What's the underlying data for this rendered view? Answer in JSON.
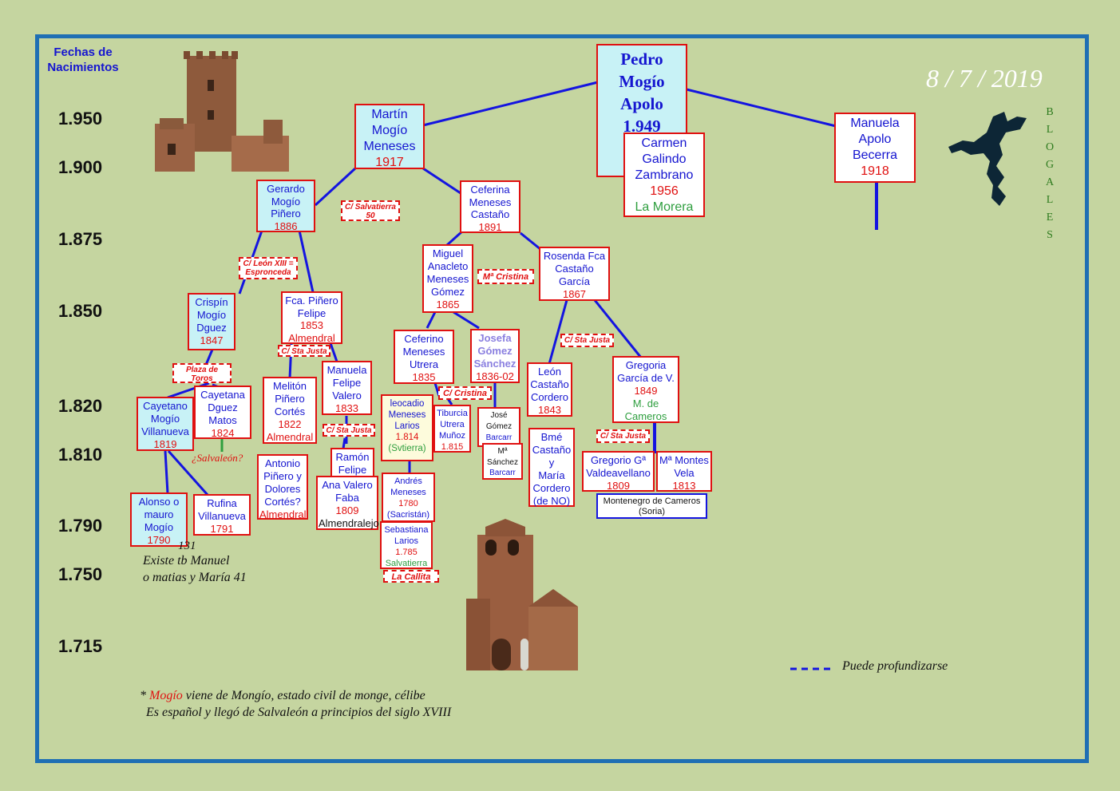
{
  "header": {
    "fechas": "Fechas de Nacimientos",
    "date": "8 / 7 / 2019",
    "blog": [
      "B",
      "L",
      "O",
      "G",
      "A",
      "L",
      "E",
      "S"
    ]
  },
  "years": [
    "1.950",
    "1.900",
    "1.875",
    "1.850",
    "1.820",
    "1.810",
    "1.790",
    "1.750",
    "1.715"
  ],
  "people": {
    "pedro": [
      "Pedro",
      "Mogío",
      "Apolo",
      "1.949"
    ],
    "martin": [
      "Martín",
      "Mogío",
      "Meneses",
      "1917"
    ],
    "carmen": [
      "Carmen",
      "Galindo",
      "Zambrano",
      "1956",
      "La Morera"
    ],
    "manuela_apolo": [
      "Manuela",
      "Apolo",
      "Becerra",
      "1918"
    ],
    "gerardo": [
      "Gerardo",
      "Mogío",
      "Piñero",
      "1886"
    ],
    "ceferina": [
      "Ceferina",
      "Meneses",
      "Castaño",
      "1891"
    ],
    "miguel": [
      "Miguel",
      "Anacleto",
      "Meneses",
      "Gómez",
      "1865"
    ],
    "rosenda": [
      "Rosenda Fca",
      "Castaño",
      "García",
      "1867"
    ],
    "crispin": [
      "Crispín",
      "Mogío",
      "Dguez",
      "1847"
    ],
    "fca_pinero": [
      "Fca. Piñero",
      "Felipe",
      "1853",
      "Almendral"
    ],
    "ceferino": [
      "Ceferino",
      "Meneses",
      "Utrera",
      "1835"
    ],
    "josefa": [
      "Josefa",
      "Gómez",
      "Sánchez",
      "1836-02"
    ],
    "leon": [
      "León",
      "Castaño",
      "Cordero",
      "1843"
    ],
    "gregoria": [
      "Gregoria",
      "García de V.",
      "1849",
      "M. de",
      "Cameros"
    ],
    "cayetano": [
      "Cayetano",
      "Mogío",
      "Villanueva",
      "1819"
    ],
    "cayetana": [
      "Cayetana",
      "Dguez",
      "Matos",
      "1824"
    ],
    "meliton": [
      "Melitón",
      "Piñero",
      "Cortés",
      "1822",
      "Almendral"
    ],
    "manuela_valero": [
      "Manuela",
      "Felipe",
      "Valero",
      "1833"
    ],
    "leocadio": [
      "leocadio",
      "Meneses",
      "Larios",
      "1.814",
      "(Svtierra)"
    ],
    "tiburcia": [
      "Tiburcia",
      "Utrera",
      "Muñoz",
      "1.815"
    ],
    "jose_gomez": [
      "José",
      "Gómez",
      "Barcarr"
    ],
    "ma_sanchez": [
      "Mª",
      "Sánchez",
      "Barcarr"
    ],
    "bme": [
      "Bmé",
      "Castaño",
      "y",
      "María",
      "Cordero",
      "(de NO)"
    ],
    "gregorio": [
      "Gregorio Gª",
      "Valdeavellano",
      "1809"
    ],
    "ma_montes": [
      "Mª Montes",
      "Vela",
      "1813"
    ],
    "montenegro": [
      "Montenegro de Cameros",
      "(Soria)"
    ],
    "antonio": [
      "Antonio",
      "Piñero  y",
      "Dolores",
      "Cortés?",
      "Almendral"
    ],
    "ramon": [
      "Ramón",
      "Felipe"
    ],
    "ana_valero": [
      "Ana Valero",
      "Faba",
      "1809",
      "Almendralejo"
    ],
    "andres": [
      "Andrés",
      "Meneses",
      "1780",
      "(Sacristán)"
    ],
    "sebastiana": [
      "Sebastiana",
      "Larios",
      "1.785",
      "Salvatierra"
    ],
    "alonso": [
      "Alonso o",
      "mauro",
      "Mogío",
      "1790"
    ],
    "rufina": [
      "Rufina",
      "Villanueva",
      "1791"
    ]
  },
  "streets": {
    "salvatierra": [
      "C/ Salvatierra",
      "50"
    ],
    "leon13": [
      "C/ León XIII =",
      "Esproncedа"
    ],
    "ma_cristina": "Mª Cristina",
    "sta_justa_1": "C/ Sta Justa",
    "sta_justa_2": "C/ Sta Justa",
    "sta_justa_3": "C/ Sta Justa",
    "sta_justa_4": "C/ Sta Justa",
    "plaza_toros": [
      "Plaza de",
      "Toros"
    ],
    "cristina": "C/ Cristina",
    "la_callita": "La Callita"
  },
  "notes": {
    "salvaleon": "¿Salvaleón?",
    "n131": "131",
    "existe": [
      "Existe tb Manuel",
      "o matias  y María 41"
    ],
    "legend": "Puede profundizarse",
    "foot_word": "Mogío",
    "foot_rest": " viene de Mongío, estado civil de monge, célibe",
    "foot_line2": "Es español y llegó de Salvaleón a principios del siglo XVIII"
  },
  "colors": {
    "frame": "#1f6fb4",
    "line": "#1414e0",
    "box_border": "#e01010",
    "cyan": "#c8f2f6"
  }
}
